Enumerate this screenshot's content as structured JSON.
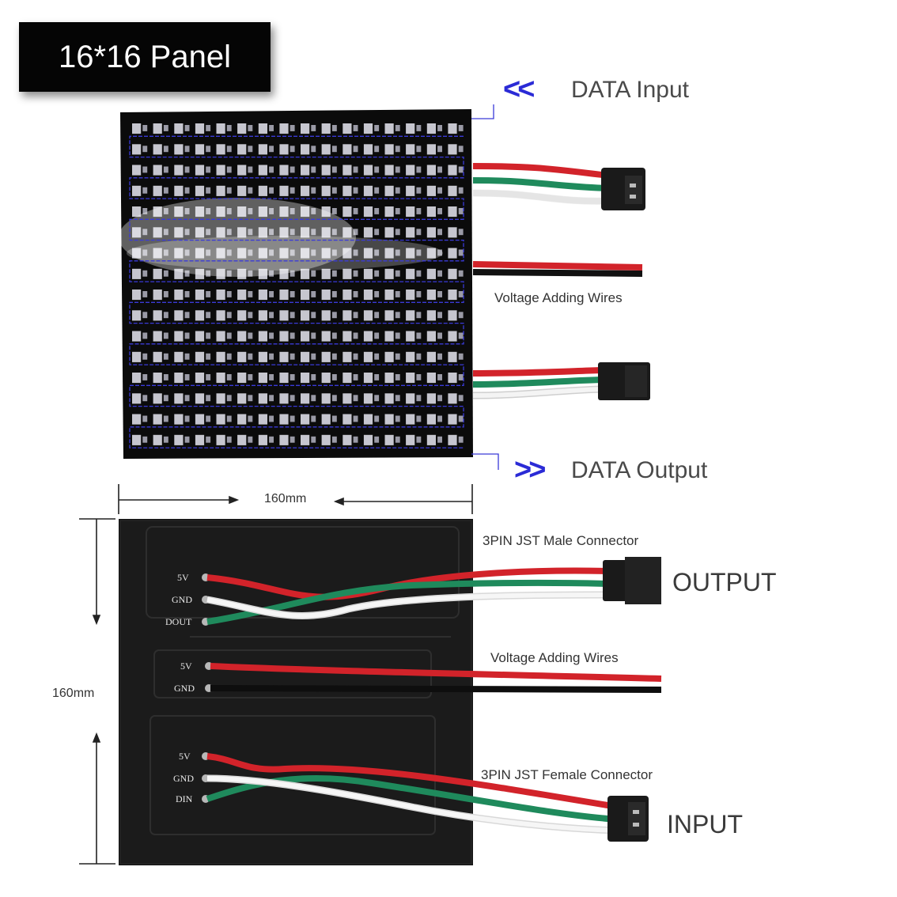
{
  "badge": {
    "title": "16*16 Panel"
  },
  "top_panel": {
    "data_input": {
      "arrows": "<<",
      "label": "DATA Input"
    },
    "data_output": {
      "arrows": ">>",
      "label": "DATA Output"
    },
    "voltage_label": "Voltage Adding Wires",
    "rows": 16,
    "cols": 16
  },
  "bottom_panel": {
    "width_label": "160mm",
    "height_label": "160mm",
    "male_connector_label": "3PIN JST Male Connector",
    "output_label": "OUTPUT",
    "voltage_label": "Voltage Adding Wires",
    "female_connector_label": "3PIN JST Female Connector",
    "input_label": "INPUT",
    "pins_output": [
      "5V",
      "GND",
      "DOUT"
    ],
    "pins_power": [
      "5V",
      "GND"
    ],
    "pins_input": [
      "5V",
      "GND",
      "DIN"
    ]
  },
  "colors": {
    "panel": "#0b0b0b",
    "panel_back": "#151515",
    "led": "#e8e8f2",
    "path": "#3a3ad8",
    "wire_red": "#d2232a",
    "wire_green": "#1f8a5c",
    "wire_white": "#f2f2f2",
    "wire_black": "#111111",
    "connector": "#1a1a1a"
  }
}
